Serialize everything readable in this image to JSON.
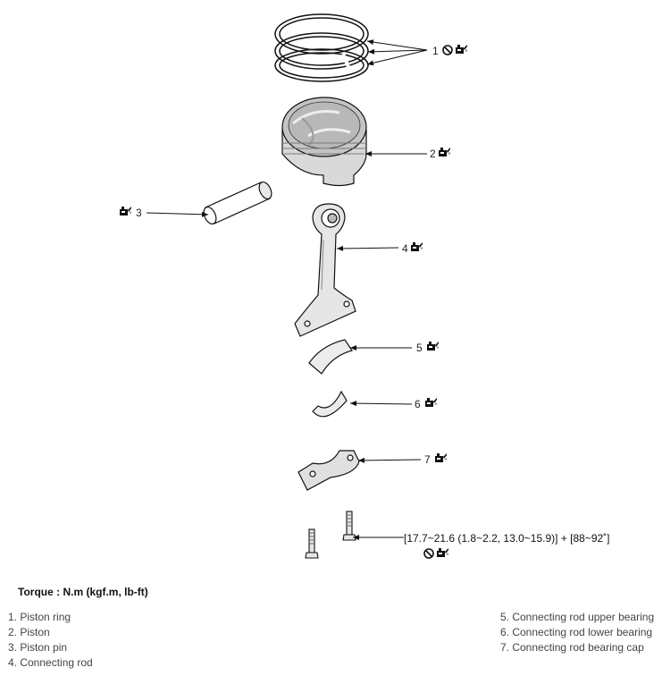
{
  "callouts": {
    "c1": "1",
    "c2": "2",
    "c3": "3",
    "c4": "4",
    "c5": "5",
    "c6": "6",
    "c7": "7"
  },
  "icons": {
    "no_reuse": "prohibited-reuse-icon",
    "oil": "oil-can-icon"
  },
  "bolt_spec": "[17.7~21.6 (1.8~2.2, 13.0~15.9)] + [88~92˚]",
  "torque_title": "Torque : N.m (kgf.m, lb-ft)",
  "legend": {
    "left": [
      "1. Piston ring",
      "2. Piston",
      "3. Piston pin",
      "4. Connecting rod"
    ],
    "right": [
      "5. Connecting rod upper bearing",
      "6. Connecting rod lower bearing",
      "7. Connecting rod bearing cap"
    ]
  }
}
